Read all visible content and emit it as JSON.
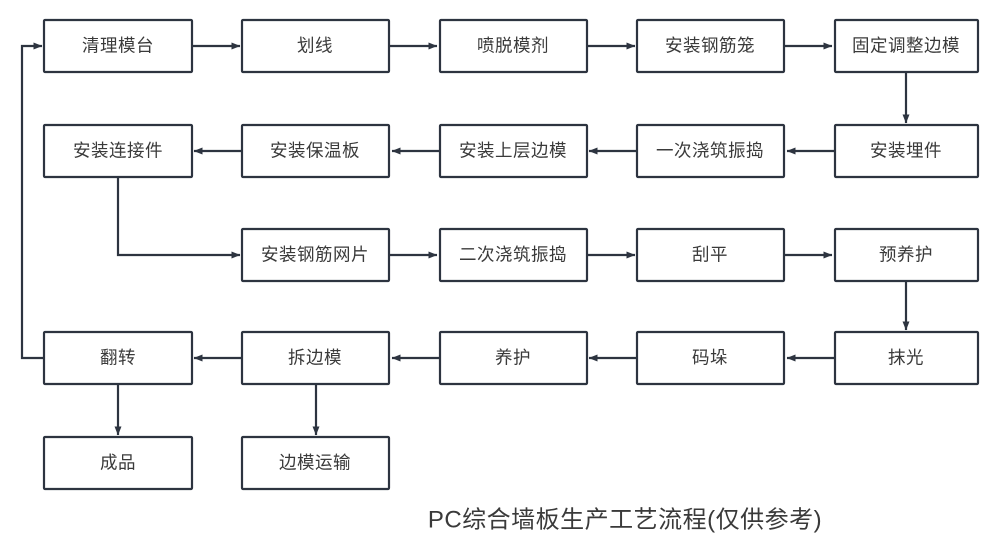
{
  "diagram": {
    "caption": "PC综合墙板生产工艺流程(仅供参考)",
    "accent_color": "#2d3440",
    "text_color": "#3a3a3a",
    "background_color": "#ffffff"
  },
  "chart_data": {
    "type": "diagram",
    "title": "PC综合墙板生产工艺流程(仅供参考)",
    "layout": "serpentine-flowchart",
    "rows": 5,
    "columns": 5,
    "nodes": [
      {
        "id": "n1",
        "label": "清理模台",
        "row": 1,
        "col": 1
      },
      {
        "id": "n2",
        "label": "划线",
        "row": 1,
        "col": 2
      },
      {
        "id": "n3",
        "label": "喷脱模剂",
        "row": 1,
        "col": 3
      },
      {
        "id": "n4",
        "label": "安装钢筋笼",
        "row": 1,
        "col": 4
      },
      {
        "id": "n5",
        "label": "固定调整边模",
        "row": 1,
        "col": 5
      },
      {
        "id": "n6",
        "label": "安装埋件",
        "row": 2,
        "col": 5
      },
      {
        "id": "n7",
        "label": "一次浇筑振捣",
        "row": 2,
        "col": 4
      },
      {
        "id": "n8",
        "label": "安装上层边模",
        "row": 2,
        "col": 3
      },
      {
        "id": "n9",
        "label": "安装保温板",
        "row": 2,
        "col": 2
      },
      {
        "id": "n10",
        "label": "安装连接件",
        "row": 2,
        "col": 1
      },
      {
        "id": "n11",
        "label": "安装钢筋网片",
        "row": 3,
        "col": 2
      },
      {
        "id": "n12",
        "label": "二次浇筑振捣",
        "row": 3,
        "col": 3
      },
      {
        "id": "n13",
        "label": "刮平",
        "row": 3,
        "col": 4
      },
      {
        "id": "n14",
        "label": "预养护",
        "row": 3,
        "col": 5
      },
      {
        "id": "n15",
        "label": "抹光",
        "row": 4,
        "col": 5
      },
      {
        "id": "n16",
        "label": "码垛",
        "row": 4,
        "col": 4
      },
      {
        "id": "n17",
        "label": "养护",
        "row": 4,
        "col": 3
      },
      {
        "id": "n18",
        "label": "拆边模",
        "row": 4,
        "col": 2
      },
      {
        "id": "n19",
        "label": "翻转",
        "row": 4,
        "col": 1
      },
      {
        "id": "n20",
        "label": "成品",
        "row": 5,
        "col": 1
      },
      {
        "id": "n21",
        "label": "边模运输",
        "row": 5,
        "col": 2
      }
    ],
    "edges": [
      {
        "from": "n1",
        "to": "n2",
        "direction": "right"
      },
      {
        "from": "n2",
        "to": "n3",
        "direction": "right"
      },
      {
        "from": "n3",
        "to": "n4",
        "direction": "right"
      },
      {
        "from": "n4",
        "to": "n5",
        "direction": "right"
      },
      {
        "from": "n5",
        "to": "n6",
        "direction": "down"
      },
      {
        "from": "n6",
        "to": "n7",
        "direction": "left"
      },
      {
        "from": "n7",
        "to": "n8",
        "direction": "left"
      },
      {
        "from": "n8",
        "to": "n9",
        "direction": "left"
      },
      {
        "from": "n9",
        "to": "n10",
        "direction": "left"
      },
      {
        "from": "n10",
        "to": "n11",
        "direction": "down-right"
      },
      {
        "from": "n11",
        "to": "n12",
        "direction": "right"
      },
      {
        "from": "n12",
        "to": "n13",
        "direction": "right"
      },
      {
        "from": "n13",
        "to": "n14",
        "direction": "right"
      },
      {
        "from": "n14",
        "to": "n15",
        "direction": "down"
      },
      {
        "from": "n15",
        "to": "n16",
        "direction": "left"
      },
      {
        "from": "n16",
        "to": "n17",
        "direction": "left"
      },
      {
        "from": "n17",
        "to": "n18",
        "direction": "left"
      },
      {
        "from": "n18",
        "to": "n19",
        "direction": "left"
      },
      {
        "from": "n19",
        "to": "n20",
        "direction": "down"
      },
      {
        "from": "n18",
        "to": "n21",
        "direction": "down"
      },
      {
        "from": "n19",
        "to": "n1",
        "direction": "left-up-right"
      }
    ]
  }
}
